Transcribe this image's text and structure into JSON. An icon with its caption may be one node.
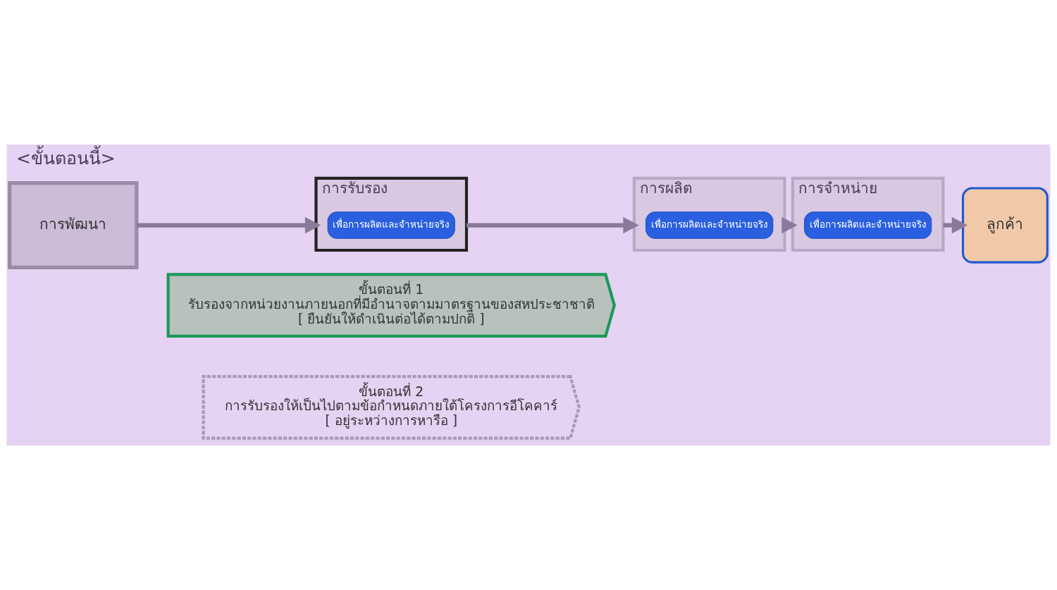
{
  "diagram": {
    "title": "<ขั้นตอนนี้>",
    "nodes": [
      {
        "text": [
          "การพัฒนา"
        ]
      },
      {
        "text": [
          "การรับรอง"
        ]
      },
      {
        "text": [
          "เพื่อการผลิตและจำหน่ายจริง"
        ],
        "in": 1
      },
      {
        "text": [
          "การผลิต"
        ]
      },
      {
        "text": [
          "เพื่อการผลิตและจำหน่ายจริง"
        ],
        "in": 3
      },
      {
        "text": [
          "การจำหน่าย"
        ]
      },
      {
        "text": [
          "เพื่อการผลิตและจำหน่ายจริง"
        ],
        "in": 5
      },
      {
        "text": [
          "ลูกค้า"
        ]
      },
      {
        "text": [
          "ขั้นตอนที่ 1",
          "รับรองจากหน่วยงานภายนอกที่มีอำนาจตามมาตรฐานของสหประชาชาติ",
          "[ ยืนยันให้ดำเนินต่อได้ตามปกติ ]"
        ]
      },
      {
        "text": [
          "ขั้นตอนที่ 2",
          "การรับรองให้เป็นไปตามข้อกำหนดภายใต้โครงการอีโคคาร์",
          "[ อยู่ระหว่างการหารือ ]"
        ]
      }
    ],
    "edges": [
      {
        "from": 0,
        "to": 1,
        "arrow": "to"
      },
      {
        "from": 1,
        "to": 3,
        "arrow": "to"
      },
      {
        "from": 3,
        "to": 5,
        "arrow": "to"
      },
      {
        "from": 5,
        "to": 7,
        "arrow": "to"
      }
    ]
  }
}
